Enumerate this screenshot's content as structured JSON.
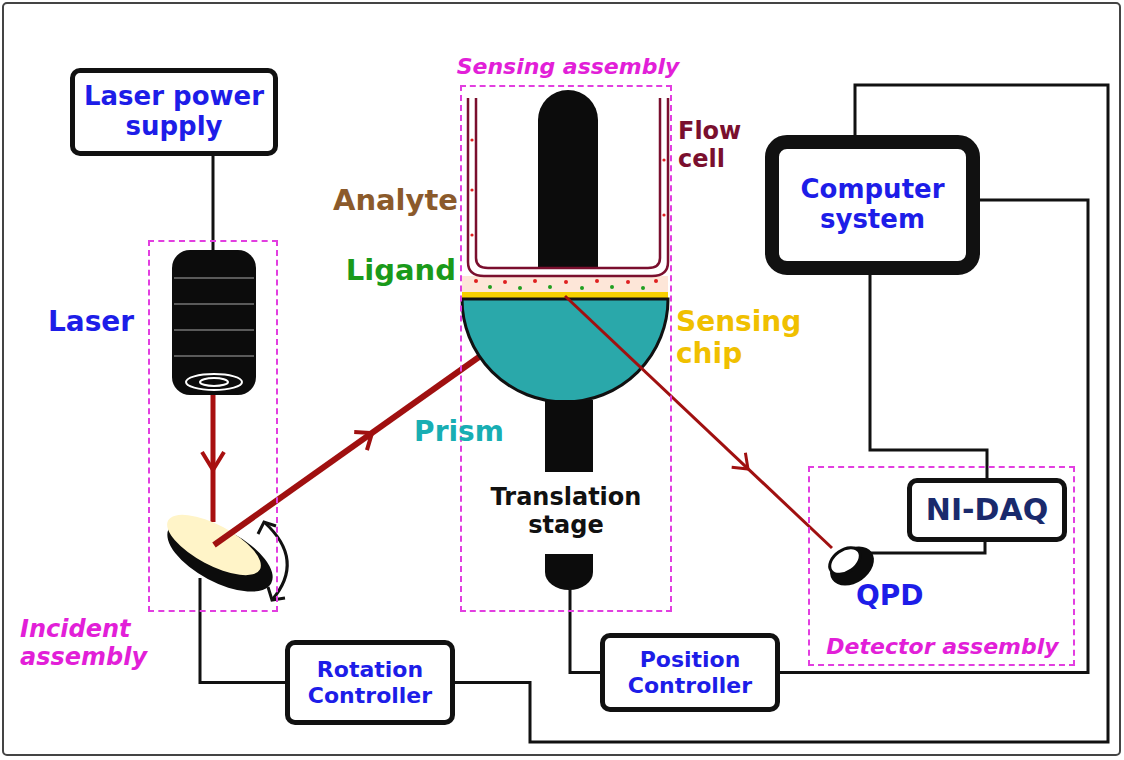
{
  "diagram": {
    "nodes": [
      {
        "text": [
          "Laser power supply"
        ]
      },
      {
        "text": [
          "Incident assembly"
        ]
      },
      {
        "text": [
          "Sensing assembly"
        ]
      },
      {
        "text": [
          "Computer system"
        ]
      },
      {
        "text": [
          "Detector assembly"
        ]
      },
      {
        "text": [
          "NI-DAQ"
        ],
        "in": 4
      },
      {
        "text": [
          "Rotation Controller"
        ]
      },
      {
        "text": [
          "Position Controller"
        ]
      }
    ],
    "edges": [
      {
        "from": 0,
        "to": 1,
        "arrow": "none"
      },
      {
        "from": 6,
        "to": 1,
        "arrow": "none"
      },
      {
        "from": 7,
        "to": 2,
        "arrow": "none"
      },
      {
        "from": 5,
        "to": 3,
        "arrow": "none"
      },
      {
        "from": 3,
        "to": 6,
        "arrow": "none"
      },
      {
        "from": 3,
        "to": 7,
        "arrow": "none"
      }
    ],
    "labels": [
      "Laser",
      "Analyte",
      "Flow cell",
      "Ligand",
      "Sensing chip",
      "Prism",
      "Translation stage",
      "QPD"
    ]
  }
}
